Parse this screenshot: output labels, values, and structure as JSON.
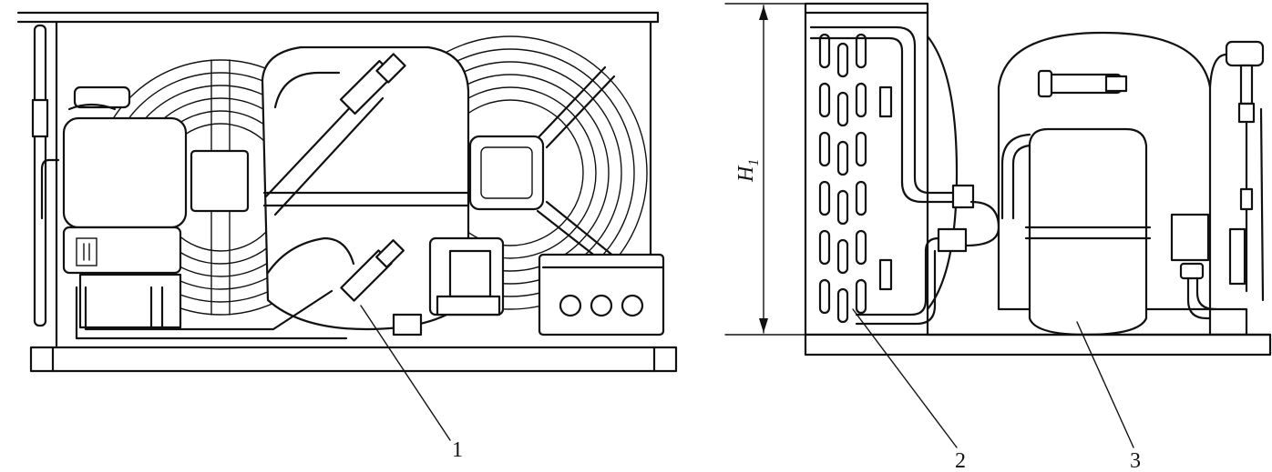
{
  "callouts": {
    "label_1": "1",
    "label_2": "2",
    "label_3": "3"
  },
  "dimension": {
    "symbol": "H",
    "subscript": "1"
  }
}
